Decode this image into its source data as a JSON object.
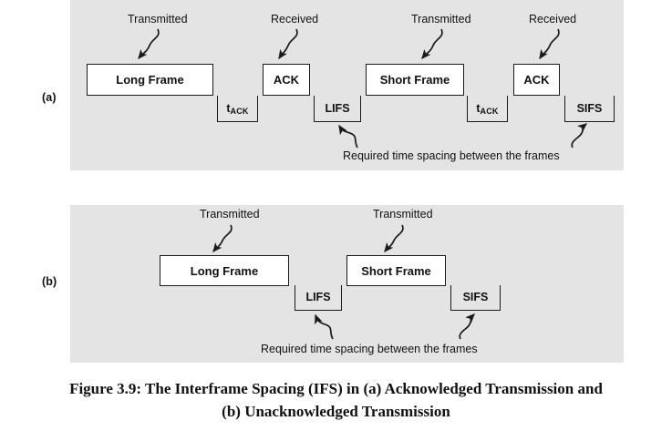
{
  "figure": {
    "caption_line1": "Figure 3.9:  The Interframe Spacing (IFS) in (a) Acknowledged Transmission and",
    "caption_line2": "(b) Unacknowledged Transmission",
    "background_color": "#ffffff",
    "panel_color": "#e4e4e4",
    "stroke_color": "#1a1a1a"
  },
  "panel_a": {
    "side_label": "(a)",
    "callouts": [
      {
        "name": "transmitted-1",
        "text": "Transmitted"
      },
      {
        "name": "received-1",
        "text": "Received"
      },
      {
        "name": "transmitted-2",
        "text": "Transmitted"
      },
      {
        "name": "received-2",
        "text": "Received"
      }
    ],
    "frames": [
      {
        "name": "long-frame",
        "label": "Long Frame"
      },
      {
        "name": "ack-1",
        "label": "ACK"
      },
      {
        "name": "short-frame",
        "label": "Short Frame"
      },
      {
        "name": "ack-2",
        "label": "ACK"
      }
    ],
    "gaps": [
      {
        "name": "t-ack-1",
        "label": "tACK",
        "base": "t",
        "subscript": "ACK"
      },
      {
        "name": "lifs",
        "label": "LIFS"
      },
      {
        "name": "t-ack-2",
        "label": "tACK",
        "base": "t",
        "subscript": "ACK"
      },
      {
        "name": "sifs",
        "label": "SIFS"
      }
    ],
    "spacing_note": "Required time spacing between the frames"
  },
  "panel_b": {
    "side_label": "(b)",
    "callouts": [
      {
        "name": "transmitted-1",
        "text": "Transmitted"
      },
      {
        "name": "transmitted-2",
        "text": "Transmitted"
      }
    ],
    "frames": [
      {
        "name": "long-frame",
        "label": "Long Frame"
      },
      {
        "name": "short-frame",
        "label": "Short Frame"
      }
    ],
    "gaps": [
      {
        "name": "lifs",
        "label": "LIFS"
      },
      {
        "name": "sifs",
        "label": "SIFS"
      }
    ],
    "spacing_note": "Required time spacing between the frames"
  }
}
